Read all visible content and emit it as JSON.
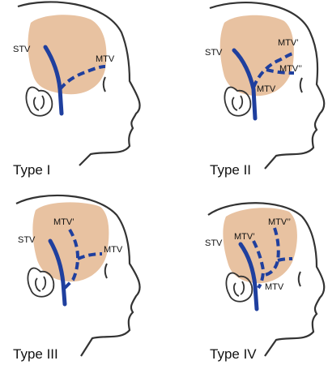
{
  "colors": {
    "skin_region": "#e8c2a1",
    "vessel": "#1f3f9e",
    "outline": "#333333"
  },
  "panels": [
    {
      "type_label": "Type I",
      "vessel_labels": {
        "stv": "STV",
        "mtv": "MTV"
      }
    },
    {
      "type_label": "Type II",
      "vessel_labels": {
        "stv": "STV",
        "mtv1": "MTV’",
        "mtv2": "MTV’’",
        "mtv": "MTV"
      }
    },
    {
      "type_label": "Type III",
      "vessel_labels": {
        "stv": "STV",
        "mtv1": "MTV’",
        "mtv": "MTV"
      }
    },
    {
      "type_label": "Type IV",
      "vessel_labels": {
        "stv": "STV",
        "mtv1": "MTV’",
        "mtv2": "MTV’’",
        "mtv": "MTV"
      }
    }
  ]
}
